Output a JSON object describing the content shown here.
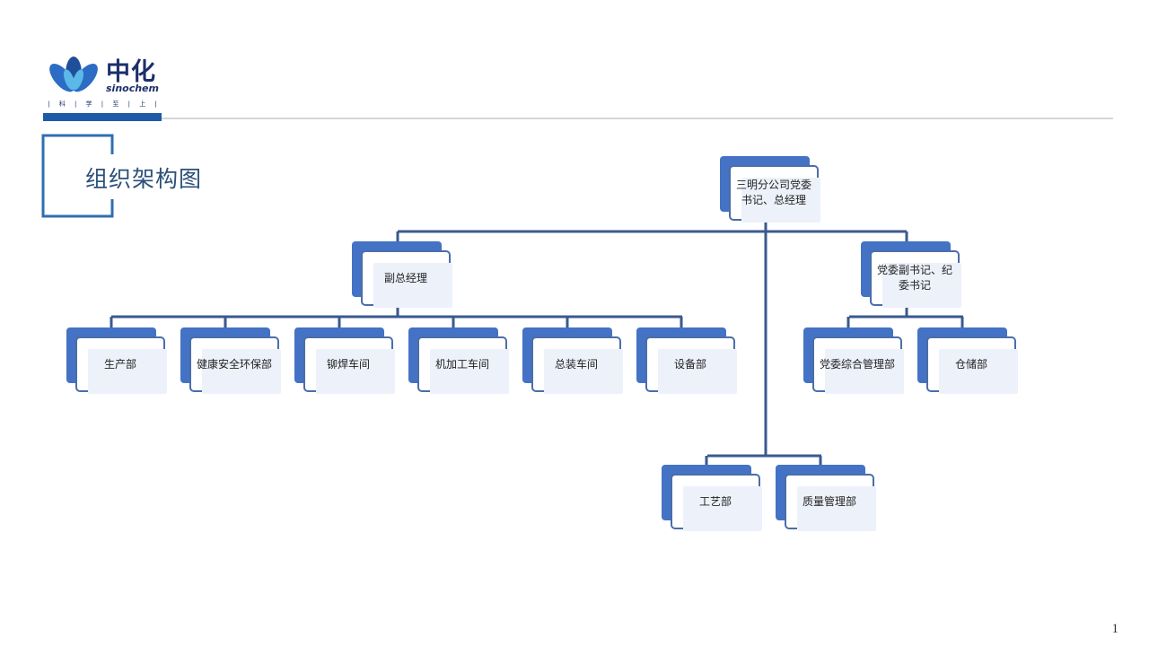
{
  "brand": {
    "name_cn": "中化",
    "name_en": "sinochem",
    "tagline": [
      "科",
      "学",
      "至",
      "上"
    ]
  },
  "page": {
    "title": "组织架构图",
    "number": "1"
  },
  "colors": {
    "node_back": "#4472c4",
    "node_border": "#4a6ea8",
    "node_fill": "#edf1fa",
    "connector": "#3a5a8e",
    "title": "#2c5079",
    "logo_bar": "#1f5aa6"
  },
  "org": {
    "root": {
      "label": "三明分公司党委书记、总经理"
    },
    "vice_gm": {
      "label": "副总经理",
      "children": [
        "生产部",
        "健康安全环保部",
        "铆焊车间",
        "机加工车间",
        "总装车间",
        "设备部"
      ]
    },
    "deputy_secretary": {
      "label": "党委副书记、纪委书记",
      "children": [
        "党委综合管理部",
        "仓储部"
      ]
    },
    "direct_reports": [
      "工艺部",
      "质量管理部"
    ]
  }
}
